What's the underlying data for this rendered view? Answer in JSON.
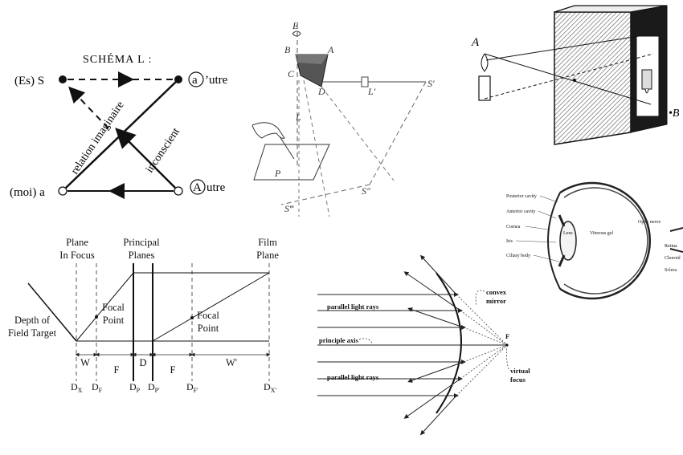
{
  "lacan": {
    "title": "SCHÉMA L :",
    "es_s": "(Es) S",
    "autre_top_letter": "a",
    "autre_top_suffix": "’utre",
    "moi_a": "(moi) a",
    "autre_bottom_letter": "A",
    "autre_bottom_suffix": "utre",
    "relation": "relation imaginaire",
    "inconscient": "inconscient"
  },
  "mirror_sketch": {
    "E": "E",
    "B": "B",
    "A": "A",
    "C": "C",
    "D": "D",
    "L_prime": "L′",
    "S_prime": "S′",
    "L": "L",
    "P": "P",
    "S_dbl": "S″",
    "S_trip": "S‴"
  },
  "camera_obscura": {
    "A": "A",
    "B": "•B"
  },
  "eye": {
    "posterior_cavity": "Posterior cavity",
    "anterior_cavity": "Anterior cavity",
    "cornea": "Cornea",
    "iris": "Iris",
    "ciliary_body": "Ciliary body",
    "lens": "Lens",
    "vitreous_gel": "Vitreous gel",
    "optic_nerve": "Optic nerve",
    "retina": "Retina",
    "choroid": "Choroid",
    "sclera": "Sclera"
  },
  "lens_diagram": {
    "plane_in_focus_1": "Plane",
    "plane_in_focus_2": "In Focus",
    "principal_1": "Principal",
    "principal_2": "Planes",
    "film_1": "Film",
    "film_2": "Plane",
    "dof_1": "Depth of",
    "dof_2": "Field Target",
    "focal_left_1": "Focal",
    "focal_left_2": "Point",
    "focal_right_1": "Focal",
    "focal_right_2": "Point",
    "W": "W",
    "F1": "F",
    "D": "D",
    "F2": "F",
    "W_prime": "W'",
    "DX": "D",
    "DX_sub": "X",
    "DF": "D",
    "DF_sub": "F",
    "DP": "D",
    "DP_sub": "P",
    "DP2": "D",
    "DP2_sub": "P'",
    "DF2": "D",
    "DF2_sub": "F'",
    "DX2": "D",
    "DX2_sub": "X'"
  },
  "convex_mirror": {
    "convex_1": "convex",
    "convex_2": "mirror",
    "parallel_top": "parallel light rays",
    "principle_axis": "principle axis",
    "parallel_bottom": "parallel light rays",
    "F": "F",
    "virtual_1": "virtual",
    "virtual_2": "focus"
  },
  "colors": {
    "ink": "#111111",
    "gray": "#888888",
    "dark": "#1a1a1a"
  }
}
